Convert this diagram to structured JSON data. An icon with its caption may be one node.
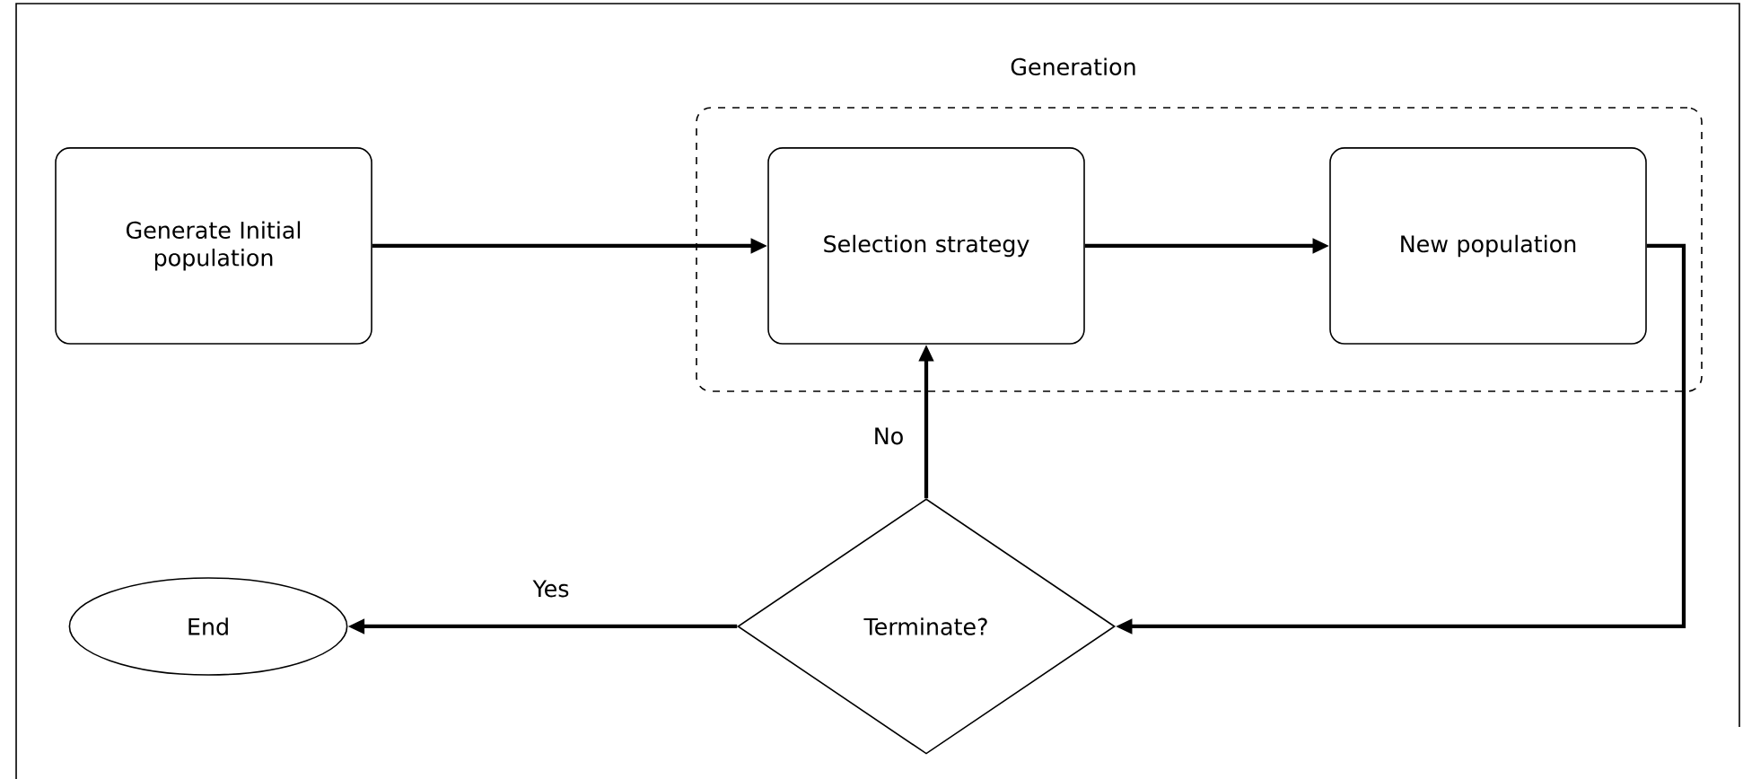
{
  "diagram": {
    "nodes": [
      {
        "text": [
          "Generation"
        ]
      },
      {
        "text": [
          "Generate Initial population"
        ]
      },
      {
        "text": [
          "Selection strategy"
        ],
        "in": 0
      },
      {
        "text": [
          "New population"
        ],
        "in": 0
      },
      {
        "text": [
          "Terminate?"
        ]
      },
      {
        "text": [
          "End"
        ]
      }
    ],
    "edges": [
      {
        "from": 1,
        "to": 2,
        "arrow": "to"
      },
      {
        "from": 2,
        "to": 3,
        "arrow": "to"
      },
      {
        "from": 3,
        "to": 4,
        "arrow": "to"
      },
      {
        "from": 4,
        "to": 2,
        "arrow": "to",
        "label": "No"
      },
      {
        "from": 4,
        "to": 5,
        "arrow": "to",
        "label": "Yes"
      }
    ]
  }
}
